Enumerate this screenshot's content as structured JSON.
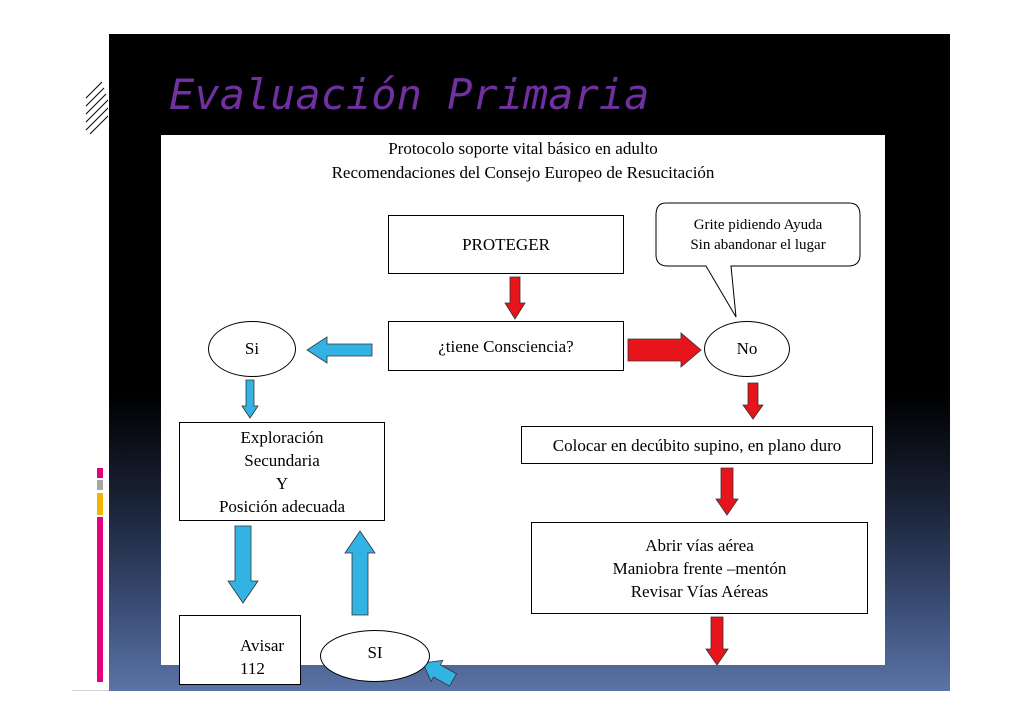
{
  "slide": {
    "title": "Evaluación Primaria"
  },
  "diagram": {
    "header_line1": "Protocolo soporte vital básico en adulto",
    "header_line2": "Recomendaciones del Consejo Europeo de Resucitación",
    "nodes": {
      "proteger": "PROTEGER",
      "speech_line1": "Grite pidiendo Ayuda",
      "speech_line2": "Sin abandonar el lugar",
      "consciencia": "¿tiene Consciencia?",
      "si_top": "Si",
      "no": "No",
      "exploracion_line1": "Exploración",
      "exploracion_line2": "Secundaria",
      "exploracion_line3": "Y",
      "exploracion_line4": "Posición adecuada",
      "colocar": "Colocar en decúbito supino, en plano duro",
      "abrir_line1": "Abrir vías aérea",
      "abrir_line2": "Maniobra frente –mentón",
      "abrir_line3": "Revisar Vías Aéreas",
      "avisar_line1": "Avisar",
      "avisar_line2": "112",
      "si_bottom": "SI"
    },
    "colors": {
      "red_arrow": "#e8141c",
      "blue_arrow": "#33b2e4",
      "title": "#7030a0",
      "accent_magenta": "#e5007d",
      "accent_yellow": "#f2b600",
      "accent_gray": "#a6a6a6"
    }
  }
}
